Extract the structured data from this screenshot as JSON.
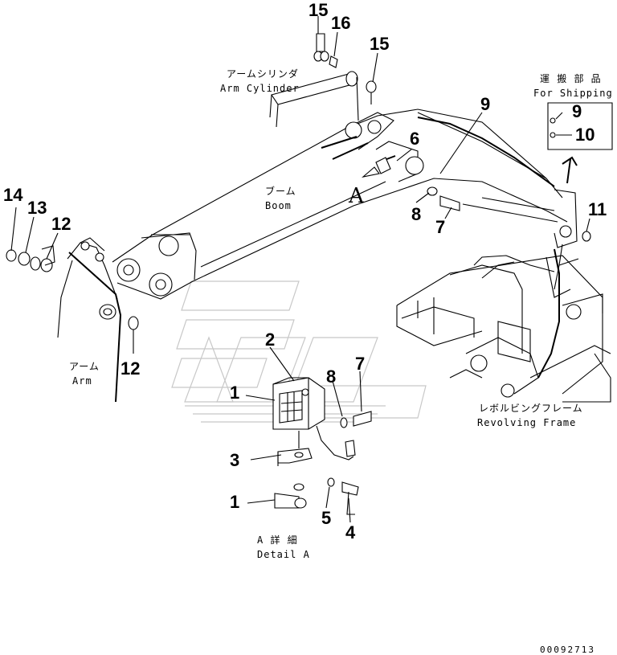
{
  "callouts": [
    "15",
    "16",
    "15",
    "9",
    "9",
    "10",
    "6",
    "11",
    "8",
    "7",
    "14",
    "13",
    "12",
    "12",
    "2",
    "7",
    "8",
    "1",
    "3",
    "1",
    "5",
    "4"
  ],
  "labels": {
    "arm_cylinder_jp": "アームシリンダ",
    "arm_cylinder_en": "Arm Cylinder",
    "for_shipping_jp": "運 搬 部 品",
    "for_shipping_en": "For Shipping",
    "boom_jp": "ブーム",
    "boom_en": "Boom",
    "view_a": "A",
    "arm_jp": "アーム",
    "arm_en": "Arm",
    "revolving_frame_jp": "レボルビングフレーム",
    "revolving_frame_en": "Revolving Frame",
    "detail_a_jp": "A 詳 細",
    "detail_a_en": "Detail A"
  },
  "drawing_code": "00092713"
}
